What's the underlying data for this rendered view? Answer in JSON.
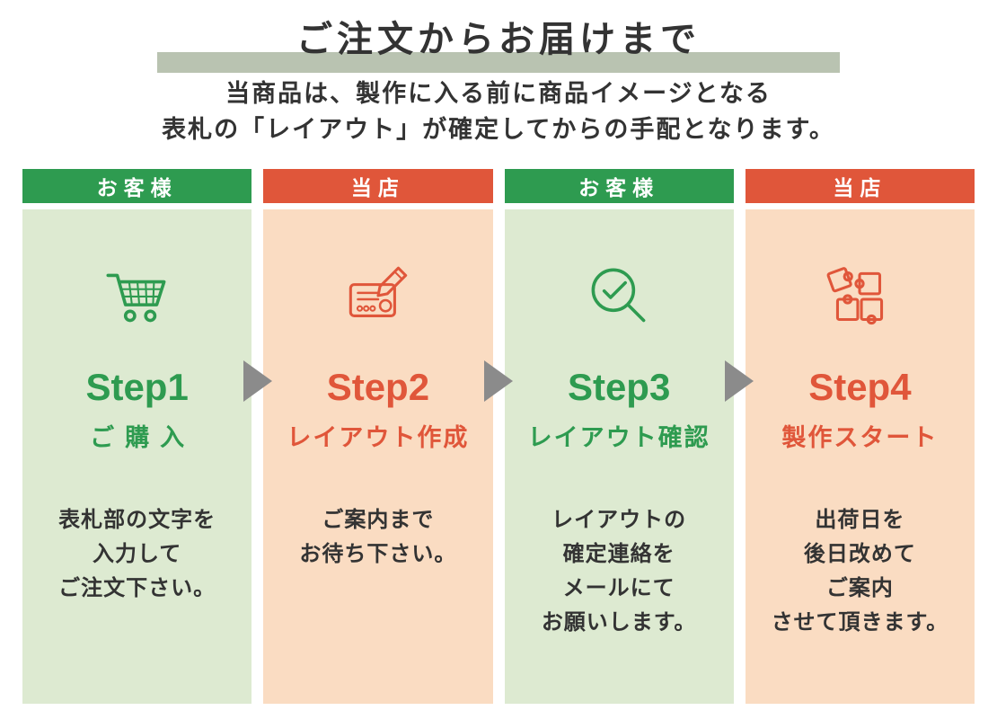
{
  "page": {
    "title": "ご注文からお届けまで",
    "subtitle": [
      "当商品は、製作に入る前に商品イメージとなる",
      "表札の「レイアウト」が確定してからの手配となります。"
    ]
  },
  "colors": {
    "green": "#2e9b50",
    "red": "#e0563a",
    "light_green": "#ddead1",
    "light_peach": "#fadcc2",
    "title_bar": "#b9c3b1",
    "arrow": "#8b8b8b",
    "text": "#333333"
  },
  "steps": [
    {
      "header": "お客様",
      "theme": "green",
      "icon": "shopping-cart-icon",
      "step_label": "Step1",
      "sub_label": "ご購入",
      "description_lines": [
        "表札部の文字を",
        "入力して",
        "ご注文下さい。"
      ]
    },
    {
      "header": "当店",
      "theme": "red",
      "icon": "layout-draft-icon",
      "step_label": "Step2",
      "sub_label": "レイアウト作成",
      "description_lines": [
        "ご案内まで",
        "お待ち下さい。"
      ]
    },
    {
      "header": "お客様",
      "theme": "green",
      "icon": "magnifier-check-icon",
      "step_label": "Step3",
      "sub_label": "レイアウト確認",
      "description_lines": [
        "レイアウトの",
        "確定連絡を",
        "メールにて",
        "お願いします。"
      ]
    },
    {
      "header": "当店",
      "theme": "red",
      "icon": "puzzle-icon",
      "step_label": "Step4",
      "sub_label": "製作スタート",
      "description_lines": [
        "出荷日を",
        "後日改めて",
        "ご案内",
        "させて頂きます。"
      ]
    }
  ]
}
